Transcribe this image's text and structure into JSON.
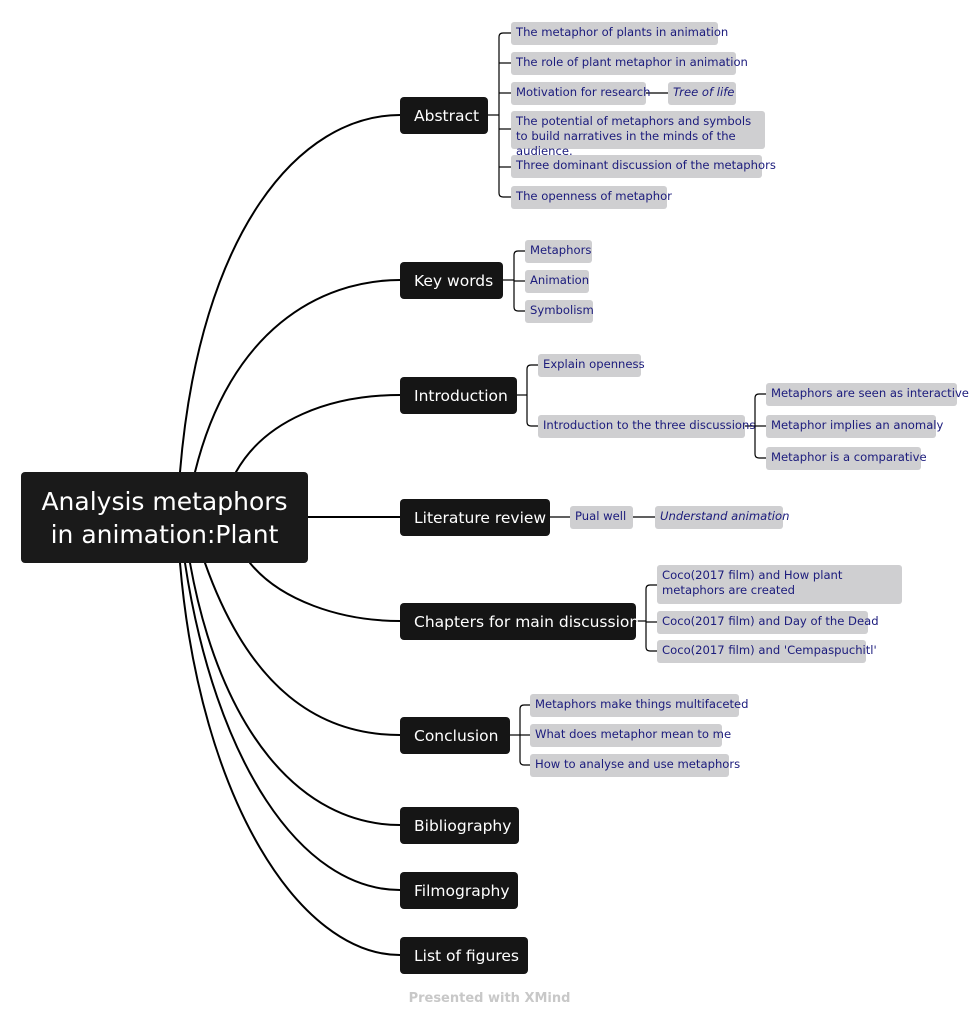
{
  "central_topic": "Analysis metaphors\nin animation:Plant",
  "abstract": {
    "label": "Abstract",
    "items": [
      "The metaphor of plants in animation",
      "The role of plant metaphor in animation",
      "Motivation for research",
      "The potential of metaphors and symbols to build narratives in the minds of the audience.",
      "Three dominant discussion of the metaphors",
      "The openness of metaphor"
    ],
    "motivation_child": "Tree of life"
  },
  "keywords": {
    "label": "Key words",
    "items": [
      "Metaphors",
      "Animation",
      "Symbolism"
    ]
  },
  "introduction": {
    "label": "Introduction",
    "items": [
      "Explain openness",
      "Introduction to the three discussions"
    ],
    "discussions": [
      "Metaphors are seen as interactive",
      "Metaphor implies an anomaly",
      "Metaphor is a comparative"
    ]
  },
  "literature": {
    "label": "Literature review",
    "item": "Pual well",
    "child": "Understand animation"
  },
  "chapters": {
    "label": "Chapters for main discussion",
    "items": [
      "Coco(2017 film) and  How plant metaphors are created",
      "Coco(2017 film) and Day of the Dead",
      "Coco(2017 film) and 'Cempaspuchitl'"
    ]
  },
  "conclusion": {
    "label": "Conclusion",
    "items": [
      "Metaphors make things multifaceted",
      "What does metaphor mean to me",
      "How to analyse and use metaphors"
    ]
  },
  "bibliography": {
    "label": "Bibliography"
  },
  "filmography": {
    "label": "Filmography"
  },
  "figures": {
    "label": "List of figures"
  },
  "footer": "Presented with XMind"
}
